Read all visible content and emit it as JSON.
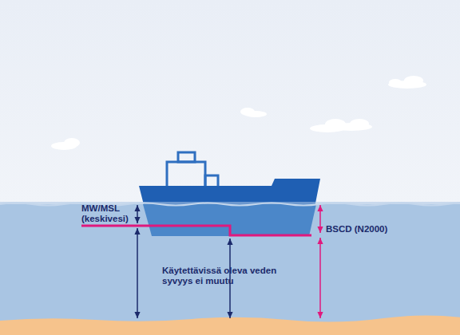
{
  "diagram": {
    "labels": [
      "MW/MSL (keskivesi)",
      "BSCD (N2000)",
      "Käytettävissä oleva veden syvyys ei muutu"
    ]
  }
}
